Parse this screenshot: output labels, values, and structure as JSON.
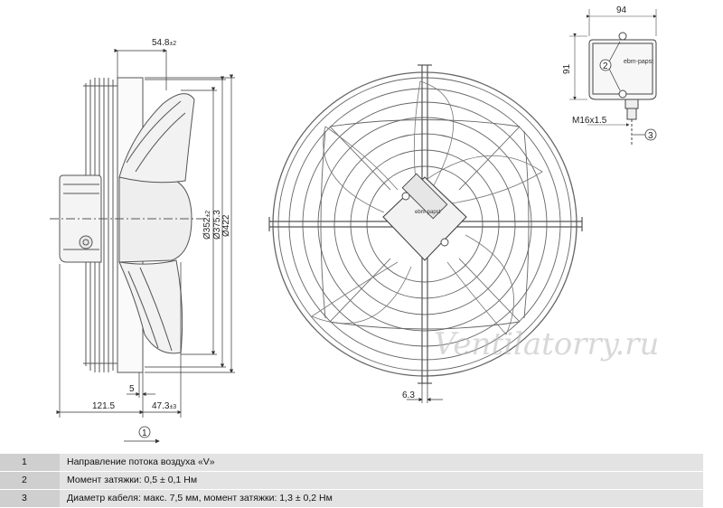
{
  "dimensions": {
    "flange_offset": "54.8",
    "flange_offset_tol": "±2",
    "depth_left": "121.5",
    "gap": "5",
    "hub_offset": "47.3",
    "hub_offset_tol": "±3",
    "diameter_inner": "Ø352",
    "diameter_inner_tol": "±2",
    "diameter_mid": "Ø375.3",
    "diameter_outer": "Ø422",
    "bolt_offset": "6.3",
    "box_width": "94",
    "box_height": "91",
    "cable_gland": "M16x1.5"
  },
  "callouts": [
    "1",
    "2",
    "3"
  ],
  "brand_label": "ebm-papst",
  "watermark": "Ventilatorry.ru",
  "legend": [
    {
      "num": "1",
      "text": "Направление потока воздуха «V»"
    },
    {
      "num": "2",
      "text": "Момент затяжки: 0,5 ± 0,1 Нм"
    },
    {
      "num": "3",
      "text": "Диаметр кабеля: макс. 7,5 мм, момент затяжки: 1,3 ± 0,2 Нм"
    }
  ],
  "colors": {
    "line": "#555555",
    "legend_num_bg": "#cfcfcf",
    "legend_text_bg": "#e3e3e3"
  }
}
